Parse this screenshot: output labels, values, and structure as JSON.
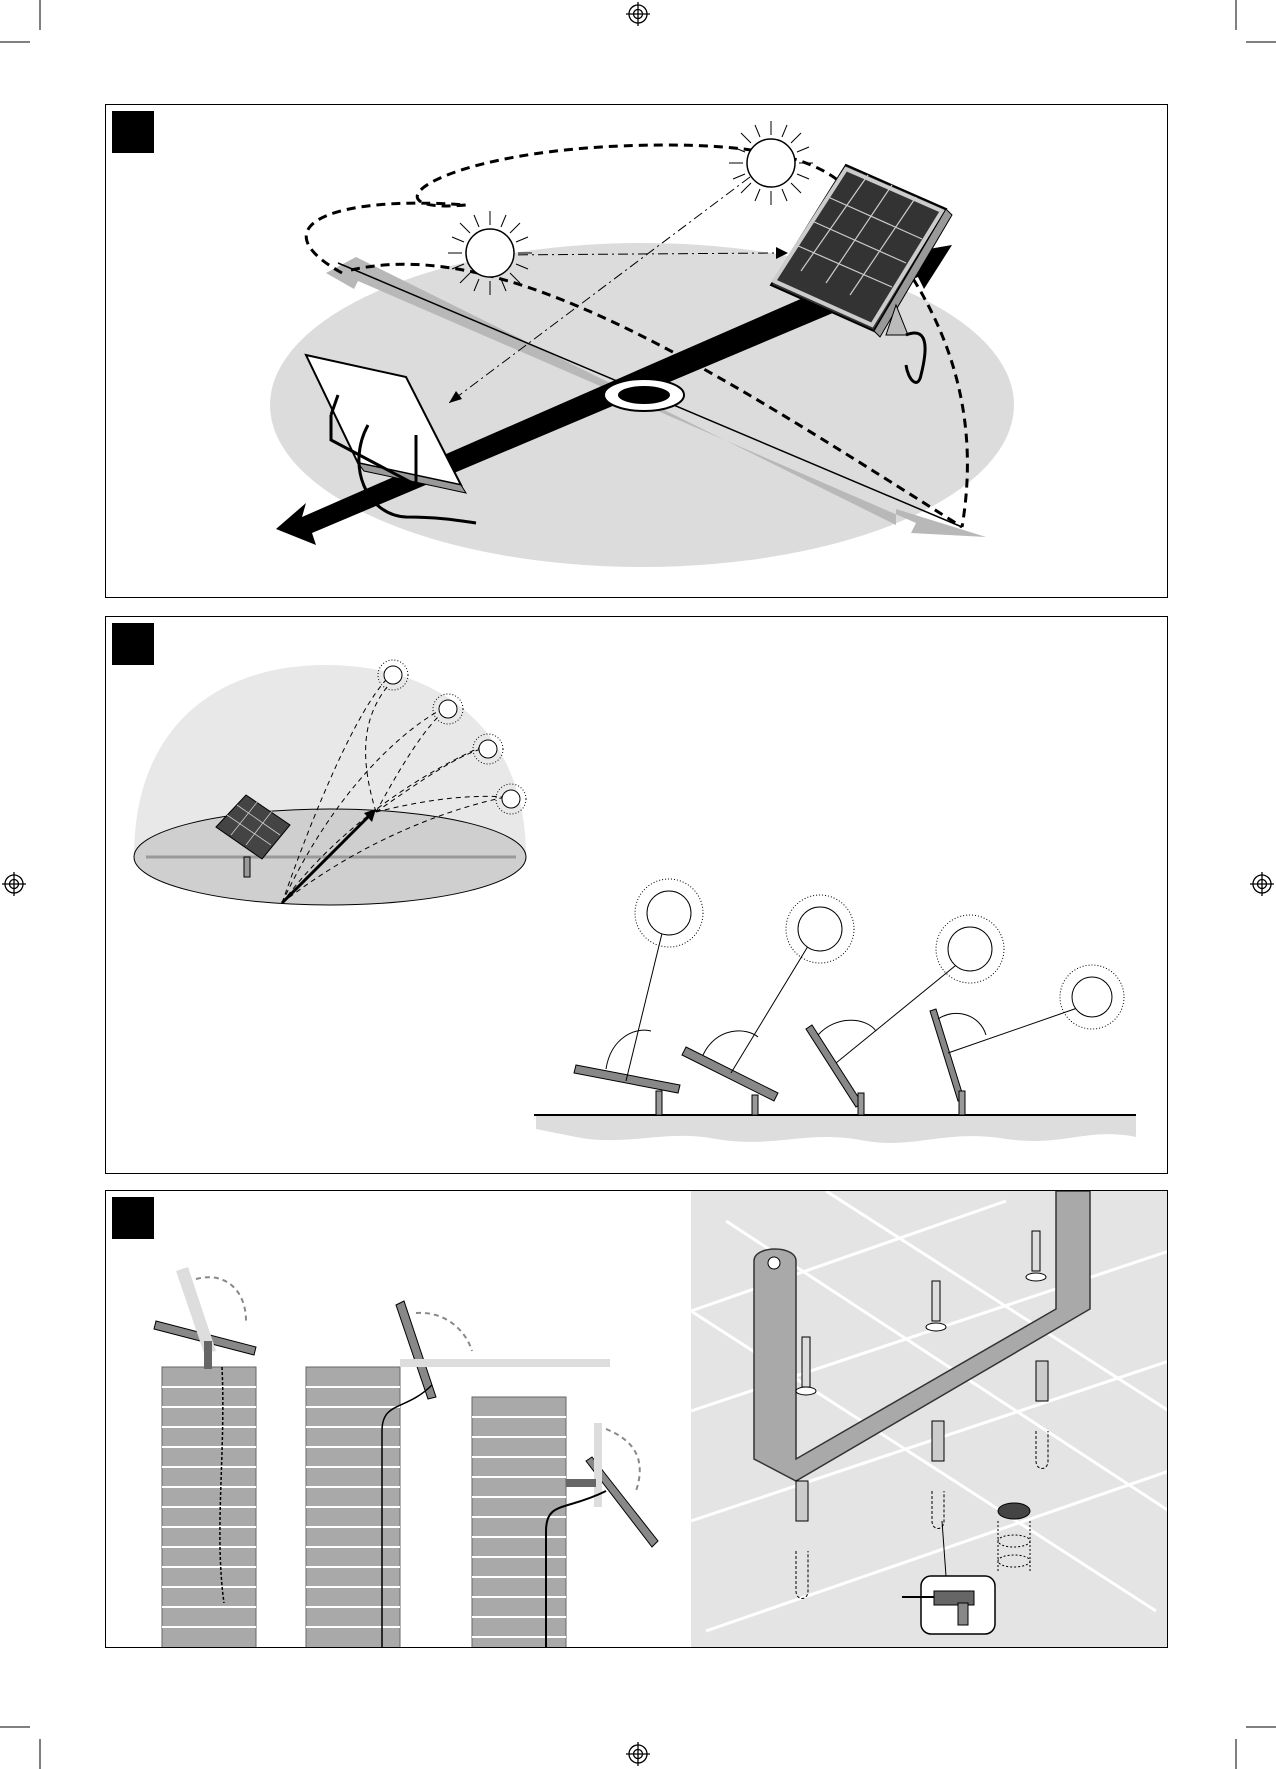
{
  "page": {
    "panels": [
      {
        "id": "panel-1",
        "number_tag": ""
      },
      {
        "id": "panel-2",
        "number_tag": ""
      },
      {
        "id": "panel-3",
        "number_tag": ""
      }
    ]
  },
  "icons": {
    "registration_mark": "registration-mark-icon",
    "sun": "sun-icon",
    "solar_panel": "solar-panel-icon",
    "drill": "drill-icon",
    "screw": "screw-icon",
    "wall_plug": "wall-plug-icon"
  },
  "colors": {
    "ink": "#000000",
    "ground_grey": "#d8d8d8",
    "brick_grey": "#a9a9a9",
    "arrow_grey": "#b8b8b8"
  }
}
